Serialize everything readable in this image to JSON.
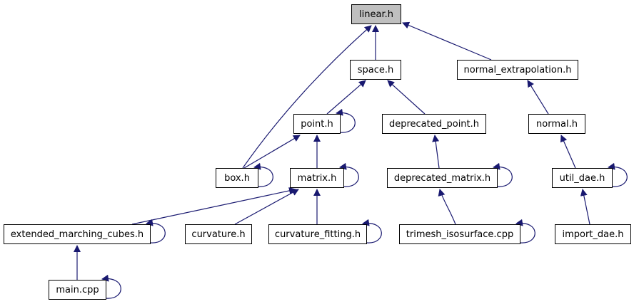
{
  "diagram": {
    "type": "include-dependency-graph",
    "edge_color": "#191970",
    "root_fill": "#bfbfbf",
    "nodes": [
      {
        "id": "linear",
        "label": "linear.h",
        "root": true
      },
      {
        "id": "space",
        "label": "space.h"
      },
      {
        "id": "normal_ext",
        "label": "normal_extrapolation.h"
      },
      {
        "id": "point",
        "label": "point.h"
      },
      {
        "id": "dep_point",
        "label": "deprecated_point.h"
      },
      {
        "id": "normal",
        "label": "normal.h"
      },
      {
        "id": "box",
        "label": "box.h"
      },
      {
        "id": "matrix",
        "label": "matrix.h"
      },
      {
        "id": "dep_matrix",
        "label": "deprecated_matrix.h"
      },
      {
        "id": "util_dae",
        "label": "util_dae.h"
      },
      {
        "id": "emc",
        "label": "extended_marching_cubes.h"
      },
      {
        "id": "curvature",
        "label": "curvature.h"
      },
      {
        "id": "curv_fit",
        "label": "curvature_fitting.h"
      },
      {
        "id": "trimesh",
        "label": "trimesh_isosurface.cpp"
      },
      {
        "id": "import_dae",
        "label": "import_dae.h"
      },
      {
        "id": "main",
        "label": "main.cpp"
      }
    ],
    "edges": [
      {
        "from": "space",
        "to": "linear"
      },
      {
        "from": "normal_ext",
        "to": "linear"
      },
      {
        "from": "box",
        "to": "linear"
      },
      {
        "from": "point",
        "to": "space"
      },
      {
        "from": "dep_point",
        "to": "space"
      },
      {
        "from": "normal",
        "to": "normal_ext"
      },
      {
        "from": "box",
        "to": "point"
      },
      {
        "from": "matrix",
        "to": "point"
      },
      {
        "from": "point",
        "to": "point"
      },
      {
        "from": "dep_matrix",
        "to": "dep_point"
      },
      {
        "from": "util_dae",
        "to": "normal"
      },
      {
        "from": "box",
        "to": "box"
      },
      {
        "from": "matrix",
        "to": "matrix"
      },
      {
        "from": "emc",
        "to": "matrix"
      },
      {
        "from": "curvature",
        "to": "matrix"
      },
      {
        "from": "curv_fit",
        "to": "matrix"
      },
      {
        "from": "dep_matrix",
        "to": "dep_matrix"
      },
      {
        "from": "trimesh",
        "to": "dep_matrix"
      },
      {
        "from": "util_dae",
        "to": "util_dae"
      },
      {
        "from": "import_dae",
        "to": "util_dae"
      },
      {
        "from": "emc",
        "to": "emc"
      },
      {
        "from": "curv_fit",
        "to": "curv_fit"
      },
      {
        "from": "trimesh",
        "to": "trimesh"
      },
      {
        "from": "main",
        "to": "emc"
      },
      {
        "from": "main",
        "to": "main"
      }
    ]
  }
}
